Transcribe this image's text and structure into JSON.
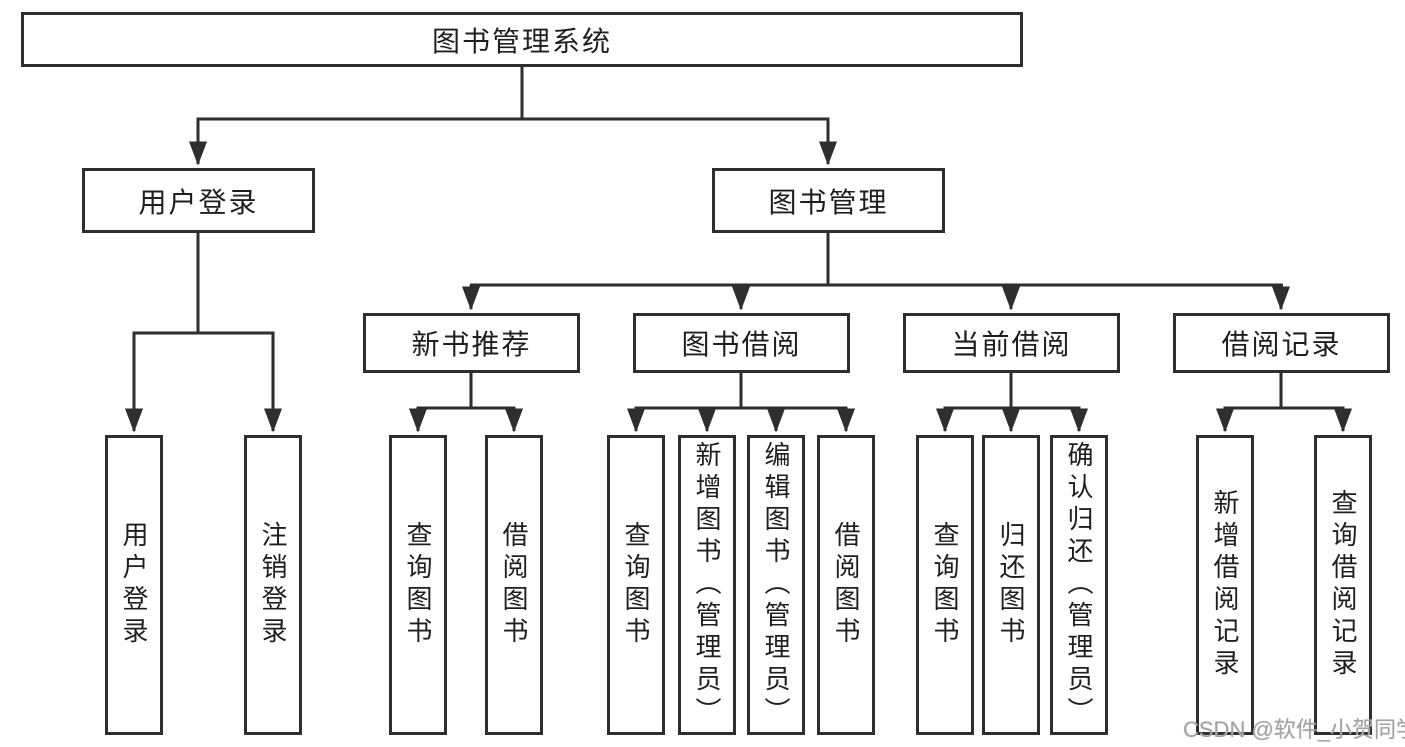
{
  "diagram": {
    "root": {
      "label": "图书管理系统"
    },
    "level2": [
      {
        "id": "user-login",
        "label": "用户登录"
      },
      {
        "id": "book-management",
        "label": "图书管理"
      }
    ],
    "level3": [
      {
        "id": "new-book-recommend",
        "parent": "图书管理",
        "label": "新书推荐"
      },
      {
        "id": "book-borrowing",
        "parent": "图书管理",
        "label": "图书借阅"
      },
      {
        "id": "current-borrowing",
        "parent": "图书管理",
        "label": "当前借阅"
      },
      {
        "id": "borrowing-records",
        "parent": "图书管理",
        "label": "借阅记录"
      }
    ],
    "level4": [
      {
        "parent": "用户登录",
        "label": "用户登录"
      },
      {
        "parent": "用户登录",
        "label": "注销登录"
      },
      {
        "parent": "新书推荐",
        "label": "查询图书"
      },
      {
        "parent": "新书推荐",
        "label": "借阅图书"
      },
      {
        "parent": "图书借阅",
        "label": "查询图书"
      },
      {
        "parent": "图书借阅",
        "label": "新增图书（管理员）"
      },
      {
        "parent": "图书借阅",
        "label": "编辑图书（管理员）"
      },
      {
        "parent": "图书借阅",
        "label": "借阅图书"
      },
      {
        "parent": "当前借阅",
        "label": "查询图书"
      },
      {
        "parent": "当前借阅",
        "label": "归还图书"
      },
      {
        "parent": "当前借阅",
        "label": "确认归还（管理员）"
      },
      {
        "parent": "借阅记录",
        "label": "新增借阅记录"
      },
      {
        "parent": "借阅记录",
        "label": "查询借阅记录"
      }
    ]
  },
  "watermark": {
    "text": "CSDN @软件_小贺同学"
  },
  "colors": {
    "line": "#2e2e2e",
    "text": "#1f1f1f",
    "watermark": "#a3a3a3",
    "background": "#ffffff"
  }
}
